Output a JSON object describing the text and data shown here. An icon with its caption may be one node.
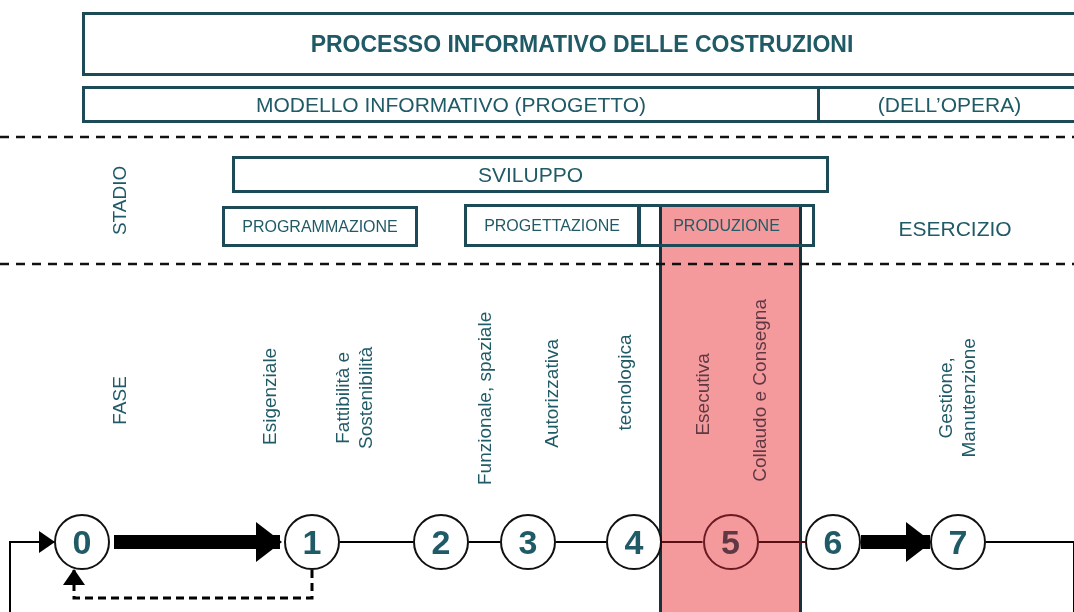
{
  "diagram": {
    "nodes": [
      {
        "text": [
          "PROCESSO INFORMATIVO DELLE COSTRUZIONI"
        ]
      },
      {
        "text": [
          "MODELLO INFORMATIVO (PROGETTO)"
        ]
      },
      {
        "text": [
          "(DELL’OPERA)"
        ]
      },
      {
        "text": [
          "SVILUPPO"
        ]
      },
      {
        "text": [
          "PROGRAMMAZIONE"
        ]
      },
      {
        "text": [
          "PROGETTAZIONE"
        ]
      },
      {
        "text": [
          "PRODUZIONE"
        ]
      },
      {
        "text": [],
        "shape": "box"
      },
      {
        "text": [
          "0"
        ]
      },
      {
        "text": [
          "1"
        ]
      },
      {
        "text": [
          "2"
        ]
      },
      {
        "text": [
          "3"
        ]
      },
      {
        "text": [
          "4"
        ]
      },
      {
        "text": [
          "5"
        ],
        "in": 7
      },
      {
        "text": [
          "6"
        ]
      },
      {
        "text": [
          "7"
        ]
      }
    ],
    "edges": [
      {
        "from": null,
        "to": 8,
        "arrow": "to"
      },
      {
        "from": 8,
        "to": 9,
        "arrow": "to",
        "style": "thick"
      },
      {
        "from": 9,
        "to": 8,
        "arrow": "to",
        "style": "dashed"
      },
      {
        "from": 9,
        "to": 10,
        "arrow": "none"
      },
      {
        "from": 10,
        "to": 11,
        "arrow": "none"
      },
      {
        "from": 11,
        "to": 12,
        "arrow": "none"
      },
      {
        "from": 12,
        "to": 13,
        "arrow": "none"
      },
      {
        "from": 13,
        "to": 14,
        "arrow": "none"
      },
      {
        "from": 14,
        "to": 15,
        "arrow": "to",
        "style": "thick"
      },
      {
        "from": 15,
        "to": null,
        "arrow": "none"
      }
    ],
    "labels": [
      "STADIO",
      "ESERCIZIO",
      "FASE",
      "Esigenziale",
      "Fattibilità e Sostenibilità",
      "Funzionale, spaziale",
      "Autorizzativa",
      "tecnologica",
      "Esecutiva",
      "Collaudo e Consegna",
      "Gestione, Manutenzione"
    ]
  }
}
